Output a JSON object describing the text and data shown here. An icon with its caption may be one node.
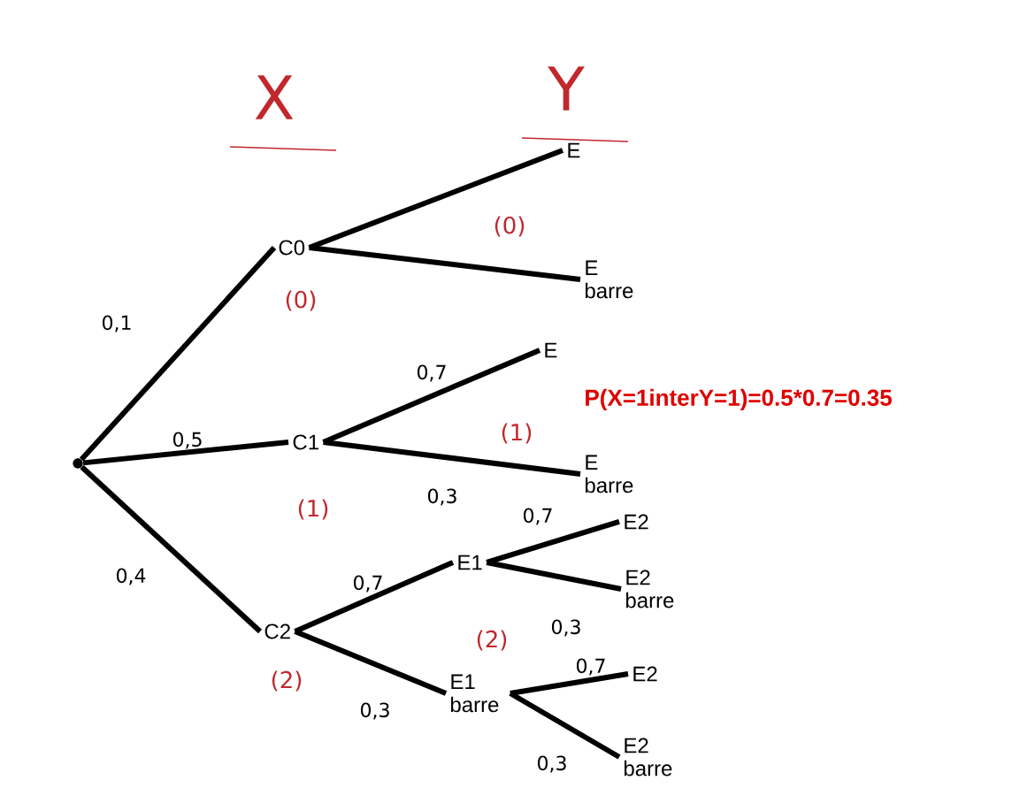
{
  "diagram": {
    "nodes": [
      {
        "text": [],
        "shape": "circle"
      },
      {
        "text": [
          "C0"
        ],
        "beside": [
          "(0)"
        ]
      },
      {
        "text": [
          "C1"
        ],
        "beside": [
          "(1)"
        ]
      },
      {
        "text": [
          "C2"
        ],
        "beside": [
          "(2)"
        ]
      },
      {
        "text": [
          "E"
        ]
      },
      {
        "text": [
          "E barre"
        ]
      },
      {
        "text": [
          "E"
        ]
      },
      {
        "text": [
          "E barre"
        ]
      },
      {
        "text": [
          "E1"
        ]
      },
      {
        "text": [
          "E1 barre"
        ]
      },
      {
        "text": [
          "E2"
        ]
      },
      {
        "text": [
          "E2 barre"
        ]
      },
      {
        "text": [
          "E2"
        ]
      },
      {
        "text": [
          "E2 barre"
        ]
      }
    ],
    "edges": [
      {
        "from": 0,
        "to": 1,
        "arrow": "none",
        "label": "0,1"
      },
      {
        "from": 0,
        "to": 2,
        "arrow": "none",
        "label": "0,5"
      },
      {
        "from": 0,
        "to": 3,
        "arrow": "none",
        "label": "0,4"
      },
      {
        "from": 1,
        "to": 4,
        "arrow": "none"
      },
      {
        "from": 1,
        "to": 5,
        "arrow": "none"
      },
      {
        "from": 2,
        "to": 6,
        "arrow": "none",
        "label": "0,7"
      },
      {
        "from": 2,
        "to": 7,
        "arrow": "none",
        "label": "0,3"
      },
      {
        "from": 3,
        "to": 8,
        "arrow": "none",
        "label": "0,7"
      },
      {
        "from": 3,
        "to": 9,
        "arrow": "none",
        "label": "0,3"
      },
      {
        "from": 8,
        "to": 10,
        "arrow": "none",
        "label": "0,7"
      },
      {
        "from": 8,
        "to": 11,
        "arrow": "none",
        "label": "0,3"
      },
      {
        "from": 9,
        "to": 12,
        "arrow": "none",
        "label": "0,7"
      },
      {
        "from": 9,
        "to": 13,
        "arrow": "none",
        "label": "0,3"
      }
    ],
    "labels": [
      "X",
      "Y",
      "(0)",
      "(1)",
      "(2)",
      "P(X=1interY=1)=0.5*0.7=0.35"
    ]
  }
}
